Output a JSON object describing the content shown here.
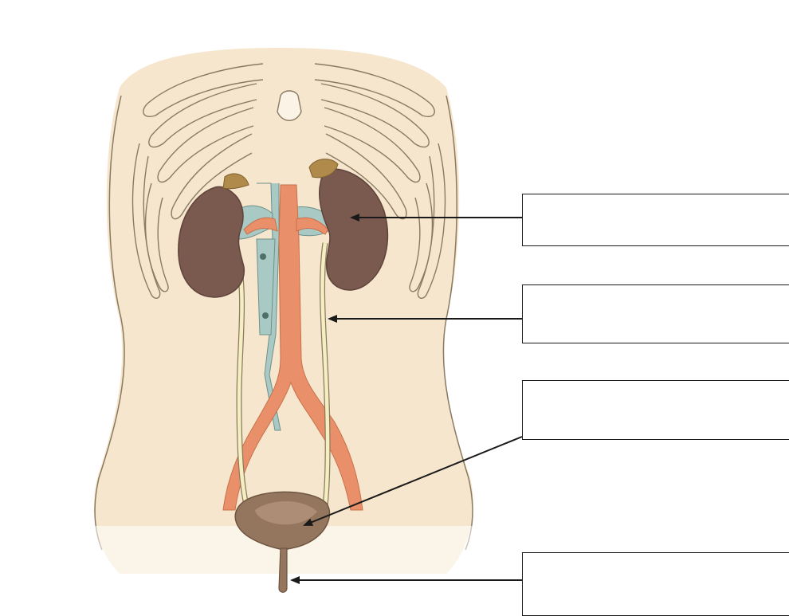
{
  "figure": {
    "subject": "urinary-system",
    "colors": {
      "skin": "#f6e6cd",
      "skin_outline": "#8a7a62",
      "rib_fill": "#fbf3e6",
      "kidney": "#7a5a4e",
      "kidney_dark": "#5e433a",
      "adrenal": "#b08a4a",
      "artery": "#e9906a",
      "vein": "#a9c9c4",
      "ureter": "#f4eec0",
      "bladder": "#94765e",
      "bladder_light": "#b3937a",
      "arrow": "#1a1a1a"
    }
  },
  "labels": [
    {
      "id": "kidney",
      "text": ""
    },
    {
      "id": "ureter",
      "text": ""
    },
    {
      "id": "urinary-bladder",
      "text": ""
    },
    {
      "id": "urethra",
      "text": ""
    }
  ]
}
